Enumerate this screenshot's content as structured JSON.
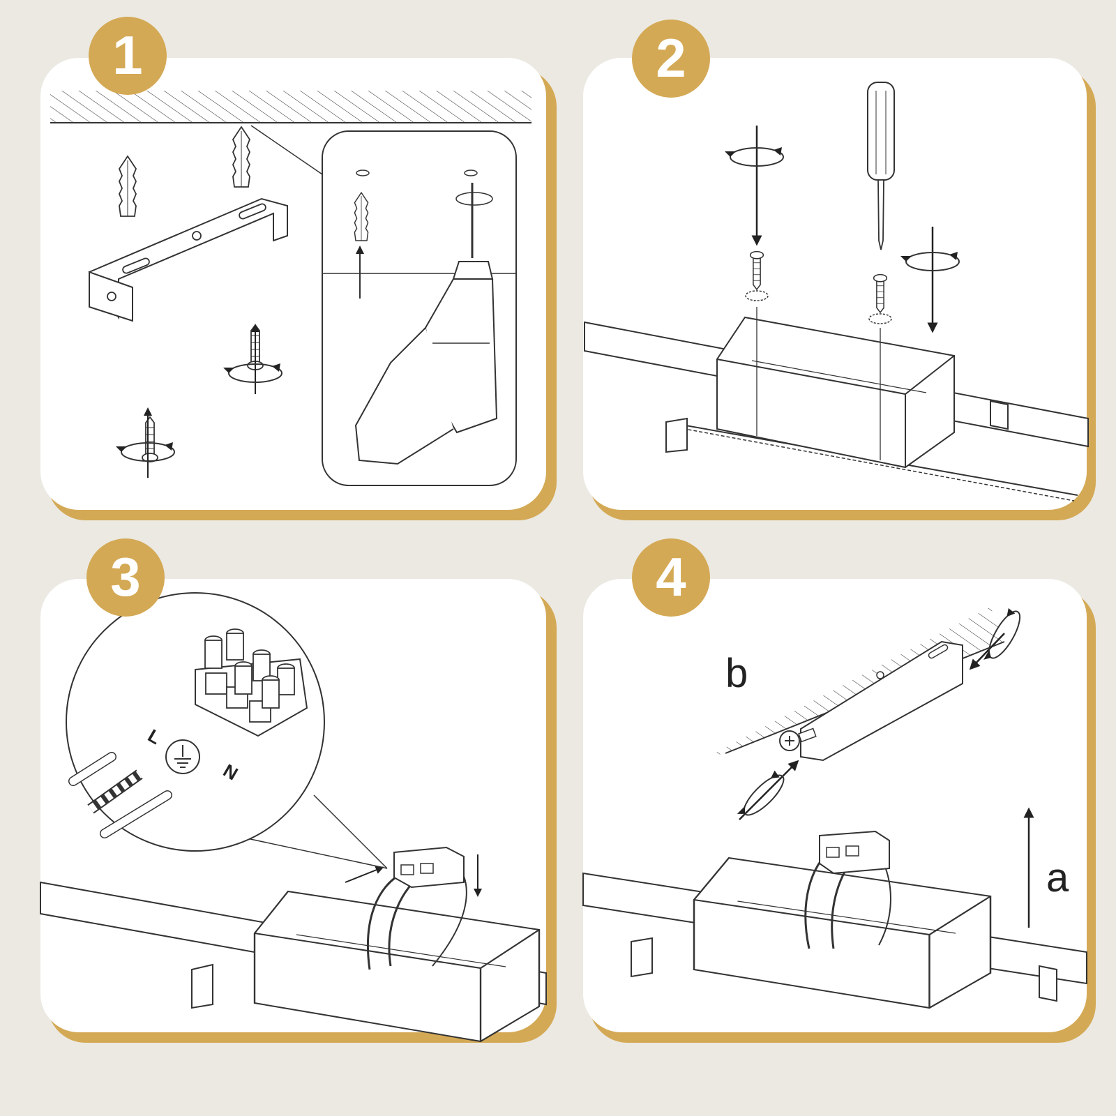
{
  "colors": {
    "background": "#ebe9e2",
    "panel": "#ffffff",
    "accent_gold": "#d4a955",
    "line": "#333333",
    "badge_text": "#ffffff"
  },
  "steps": [
    {
      "number": "1",
      "icons": [
        "ceiling-hatch-icon",
        "wall-plug-icon",
        "mounting-bracket-icon",
        "screw-icon",
        "rotate-arrow-icon",
        "drill-icon"
      ]
    },
    {
      "number": "2",
      "icons": [
        "screwdriver-icon",
        "rotate-arrow-icon",
        "screw-icon",
        "washer-icon",
        "junction-box-icon",
        "light-rail-icon"
      ]
    },
    {
      "number": "3",
      "icons": [
        "terminal-block-icon",
        "ground-symbol-icon",
        "wires-icon",
        "driver-module-icon",
        "junction-box-icon",
        "light-rail-icon"
      ],
      "wiring": {
        "live": "L",
        "neutral": "N"
      }
    },
    {
      "number": "4",
      "icons": [
        "ceiling-hatch-icon",
        "mounting-bracket-icon",
        "screw-icon",
        "rotate-arrow-icon",
        "driver-module-icon",
        "junction-box-icon",
        "light-rail-icon"
      ],
      "label_a": "a",
      "label_b": "b"
    }
  ]
}
